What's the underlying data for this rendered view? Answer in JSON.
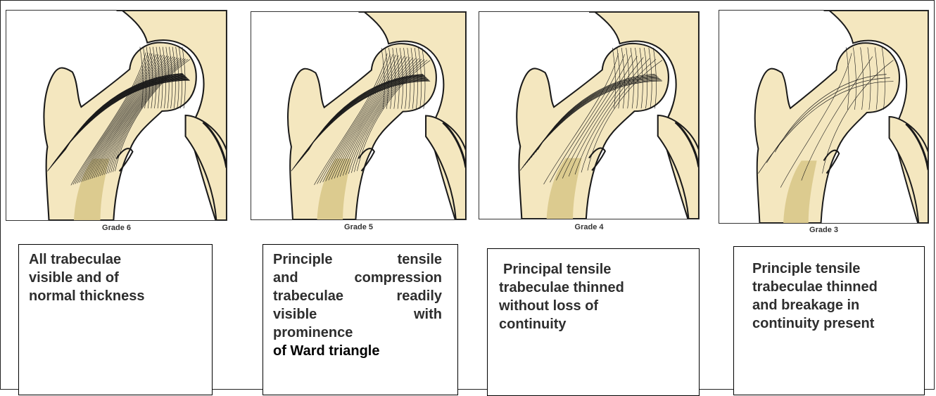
{
  "panels": [
    {
      "grade_label": "Grade 6",
      "description_lines": [
        "All trabeculae",
        "visible and of",
        "normal thickness"
      ]
    },
    {
      "grade_label": "Grade 5",
      "description_rows": [
        [
          "Principle",
          "tensile"
        ],
        [
          "and",
          "compression"
        ],
        [
          "trabeculae",
          "readily"
        ],
        [
          "visible",
          "with"
        ],
        [
          "prominence"
        ]
      ],
      "description_last": "of Ward triangle"
    },
    {
      "grade_label": "Grade 4",
      "description_lines": [
        "Principal tensile",
        "trabeculae thinned",
        "without loss of",
        "continuity"
      ]
    },
    {
      "grade_label": "Grade 3",
      "description_lines": [
        "Principle tensile",
        "trabeculae thinned",
        "and breakage in",
        "continuity present"
      ]
    }
  ],
  "colors": {
    "bone_fill": "#f4e7bf",
    "canal_fill": "#dccb8f",
    "outline": "#1a1a1a"
  }
}
